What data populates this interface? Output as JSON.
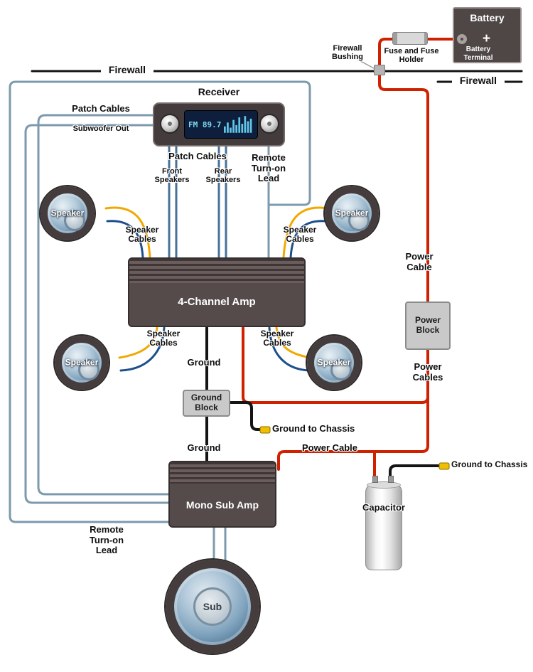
{
  "colors": {
    "black": "#141414",
    "power": "#cf2100",
    "patch": "#7d9aad",
    "rca": "#46719a",
    "spk_blue": "#1d4f8c",
    "spk_yellow": "#f3a800",
    "lug": "#f0bf00",
    "pointer_gray": "#9a9a9a",
    "box_dark": "#564b4b",
    "block_gray": "#c9c9c9",
    "display_cyan": "#63c6e8"
  },
  "firewall": {
    "label_left": "Firewall",
    "label_right": "Firewall",
    "bushing_label": "Firewall Bushing"
  },
  "battery": {
    "label": "Battery",
    "plus": "+",
    "terminal_label": "Battery Terminal"
  },
  "fuse": {
    "label": "Fuse and Fuse Holder"
  },
  "receiver": {
    "label": "Receiver",
    "display_text": "FM 89.7"
  },
  "patch_left": {
    "title": "Patch Cables",
    "subtitle": "Subwoofer Out"
  },
  "patch_center": {
    "title": "Patch Cables",
    "front": "Front Speakers",
    "rear": "Rear Speakers"
  },
  "remote_lead": {
    "label": "Remote Turn-on Lead"
  },
  "remote_lead_bottom": {
    "label": "Remote Turn-on Lead"
  },
  "speakers": {
    "label": "Speaker",
    "cables_label": "Speaker Cables"
  },
  "amp_4ch": {
    "label": "4-Channel Amp"
  },
  "amp_mono": {
    "label": "Mono Sub Amp"
  },
  "power": {
    "cable_label": "Power Cable",
    "block_label": "Power Block",
    "cables_label": "Power Cables",
    "cable2_label": "Power Cable"
  },
  "ground": {
    "label1": "Ground",
    "label2": "Ground",
    "block_label": "Ground Block",
    "chassis_left": "Ground to Chassis",
    "chassis_right": "Ground to Chassis"
  },
  "capacitor": {
    "label": "Capacitor"
  },
  "sub": {
    "label": "Sub"
  }
}
